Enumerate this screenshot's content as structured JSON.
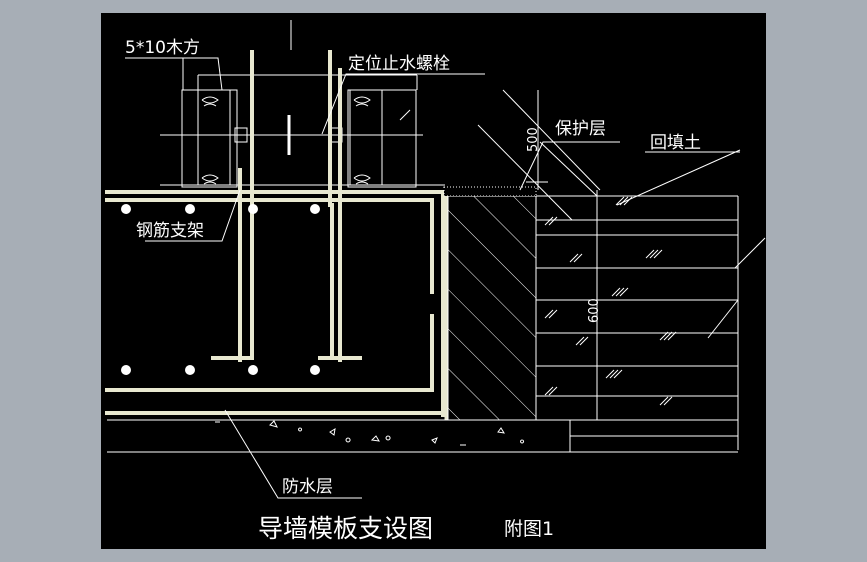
{
  "labels": {
    "wood_plank": "5*10木方",
    "bolt": "定位止水螺栓",
    "rebar_support": "钢筋支架",
    "protect_layer": "保护层",
    "backfill": "回填土",
    "waterproof": "防水层",
    "dim_500": "500",
    "dim_600": "600"
  },
  "title": {
    "main": "导墙模板支设图",
    "sub": "附图1"
  },
  "colors": {
    "background": "#a7aeb6",
    "viewport": "#000000",
    "line": "#ffffff",
    "concrete": "#e8e8d0"
  }
}
